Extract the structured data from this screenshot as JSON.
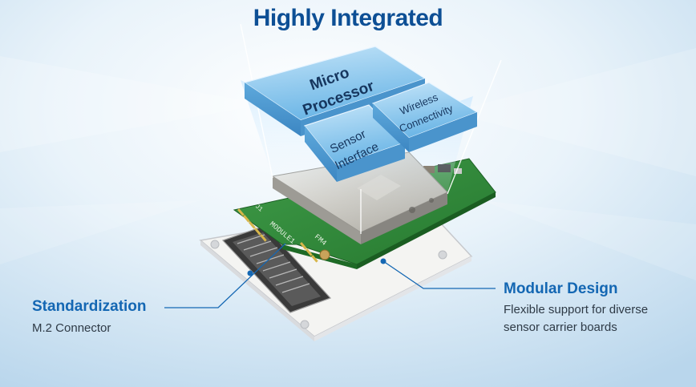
{
  "title": "Highly Integrated",
  "blocks": {
    "micro_processor": [
      "Micro",
      "Processor"
    ],
    "sensor_interface": [
      "Sensor",
      "Interface"
    ],
    "wireless_connectivity": [
      "Wireless",
      "Connectivity"
    ]
  },
  "callouts": {
    "standardization": {
      "title": "Standardization",
      "subtitle": "M.2 Connector"
    },
    "modular_design": {
      "title": "Modular Design",
      "subtitle_line1": "Flexible support for diverse",
      "subtitle_line2": "sensor carrier boards"
    }
  },
  "board_labels": {
    "module": "MODULE1",
    "fm": "FM4",
    "j1": "J1"
  },
  "colors": {
    "title": "#0d4f95",
    "callout_title": "#1467b3",
    "callout_text": "#2e3a46",
    "pcb": "#2f8a3c",
    "block_face": "#7fc0ea",
    "leader_line": "#1467b3",
    "background": "#d8e9f5"
  }
}
